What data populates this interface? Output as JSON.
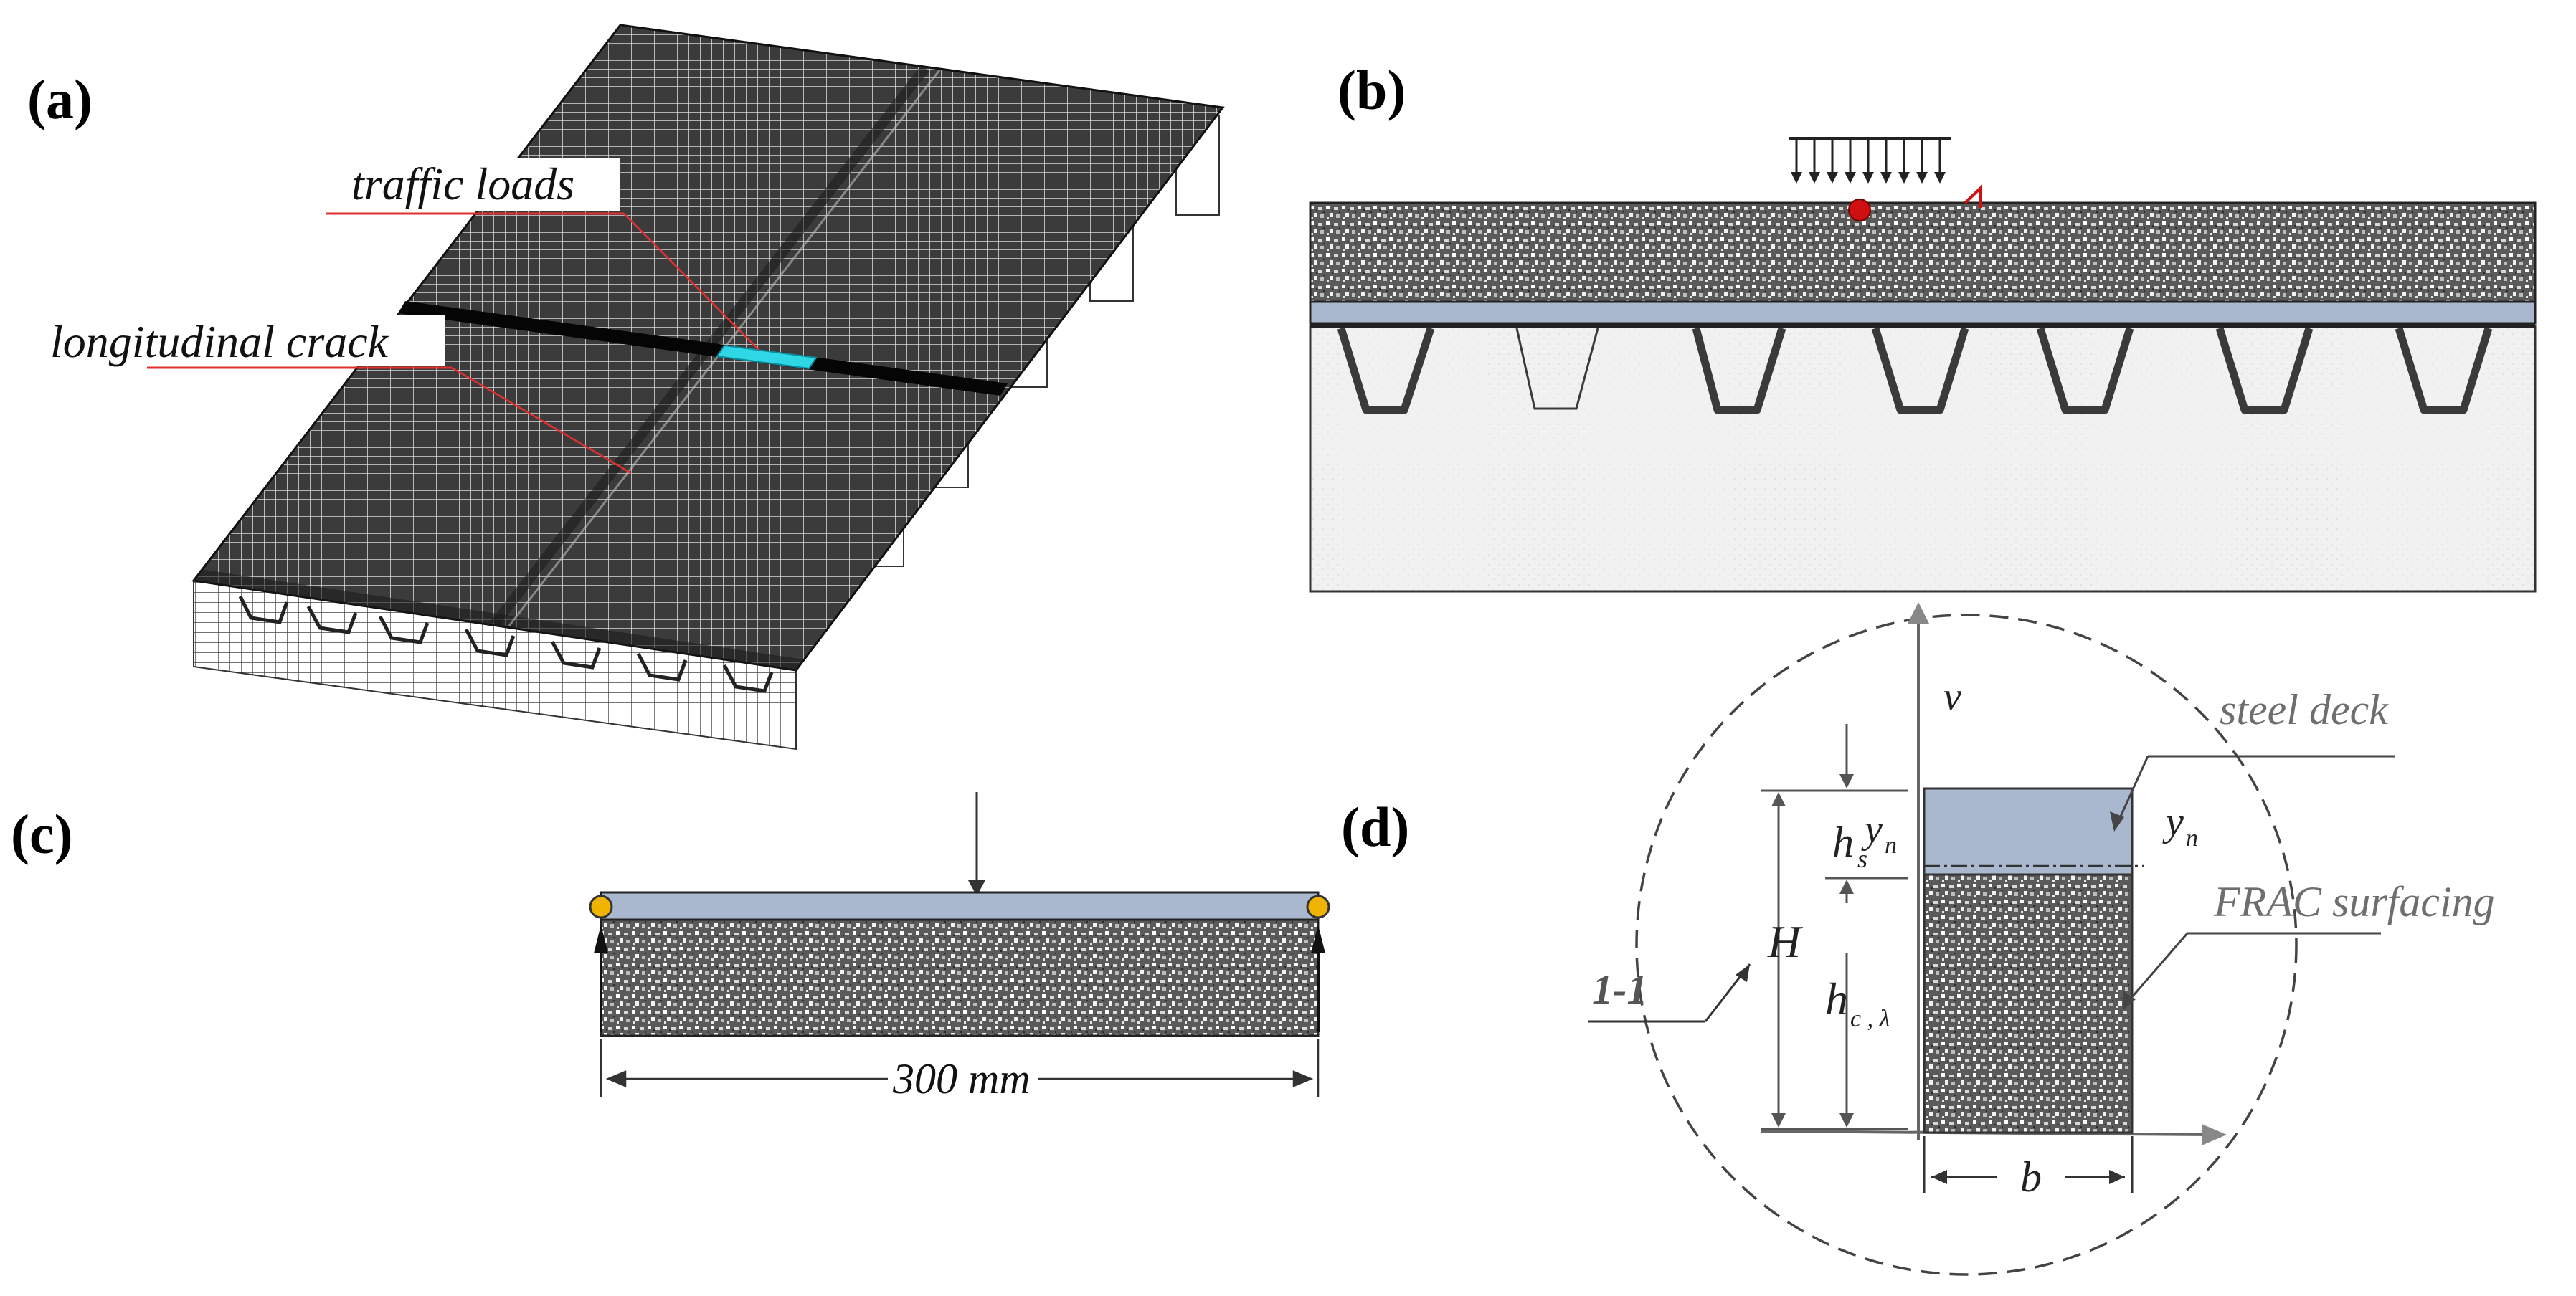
{
  "panels": {
    "a": {
      "label": "(a)",
      "callouts": {
        "traffic_loads": "traffic loads",
        "longitudinal_crack": "longitudinal crack"
      }
    },
    "b": {
      "label": "(b)"
    },
    "c": {
      "label": "(c)",
      "span": "300 mm"
    },
    "d": {
      "label": "(d)",
      "section_mark": "1-1",
      "axis_v": "v",
      "steel_deck": "steel deck",
      "frac_surfacing": "FRAC surfacing",
      "H": "H",
      "h_s": "h",
      "h_s_sub": "s",
      "h_c": "h",
      "h_c_sub": "c , λ",
      "y_n": "y",
      "y_n_sub": "n",
      "b": "b"
    }
  },
  "colors": {
    "concrete": "#6a6a6a",
    "steel_plate": "#a9b8cf",
    "load_marker": "#d01010",
    "support": "#f0b400",
    "loaded_patch": "#2fd6e6",
    "callout_line": "#e03030"
  }
}
